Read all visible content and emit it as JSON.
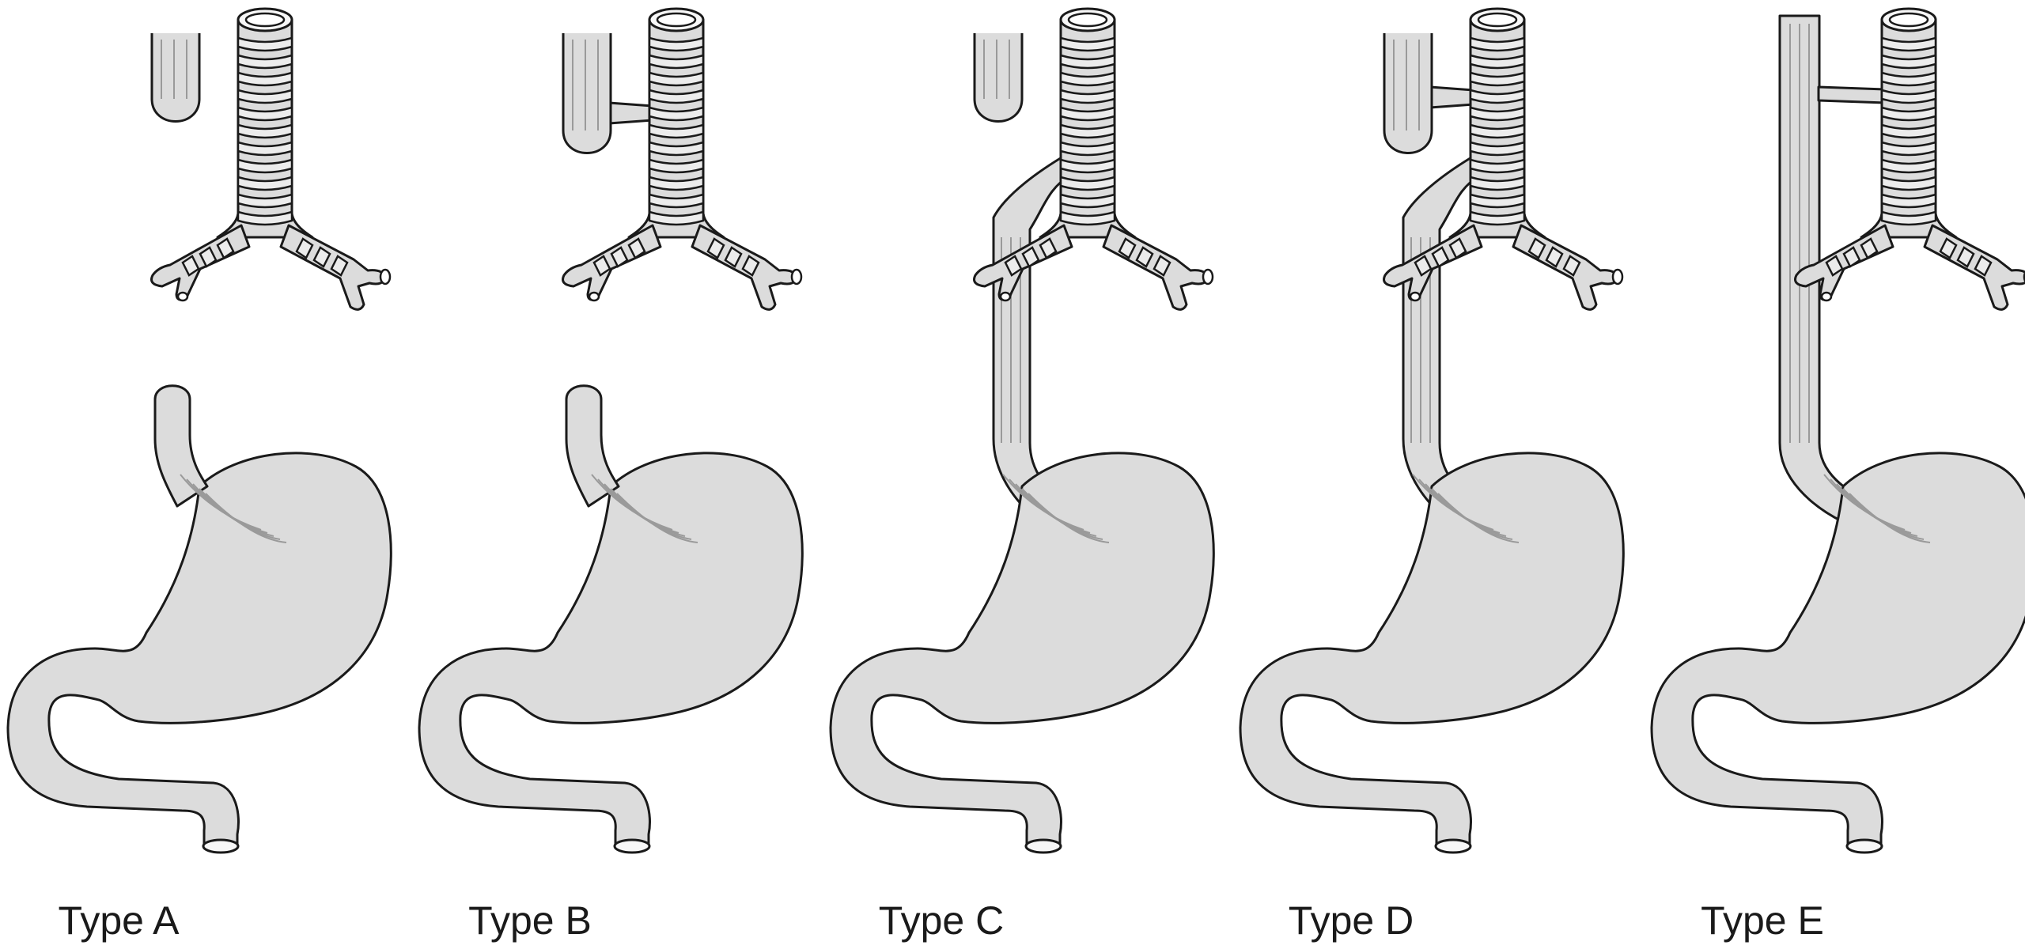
{
  "figure": {
    "types": [
      {
        "id": "A",
        "label": "Type A",
        "proximal_pouch": true,
        "proximal_fistula": false,
        "distal_fistula": false,
        "continuous": false
      },
      {
        "id": "B",
        "label": "Type B",
        "proximal_pouch": true,
        "proximal_fistula": true,
        "distal_fistula": false,
        "continuous": false
      },
      {
        "id": "C",
        "label": "Type C",
        "proximal_pouch": true,
        "proximal_fistula": false,
        "distal_fistula": true,
        "continuous": false
      },
      {
        "id": "D",
        "label": "Type D",
        "proximal_pouch": true,
        "proximal_fistula": true,
        "distal_fistula": true,
        "continuous": false
      },
      {
        "id": "E",
        "label": "Type E",
        "proximal_pouch": false,
        "proximal_fistula": true,
        "distal_fistula": false,
        "continuous": true
      }
    ],
    "colors": {
      "fill": "#dcdcdc",
      "outline": "#1a1a1a",
      "background": "#ffffff"
    }
  }
}
